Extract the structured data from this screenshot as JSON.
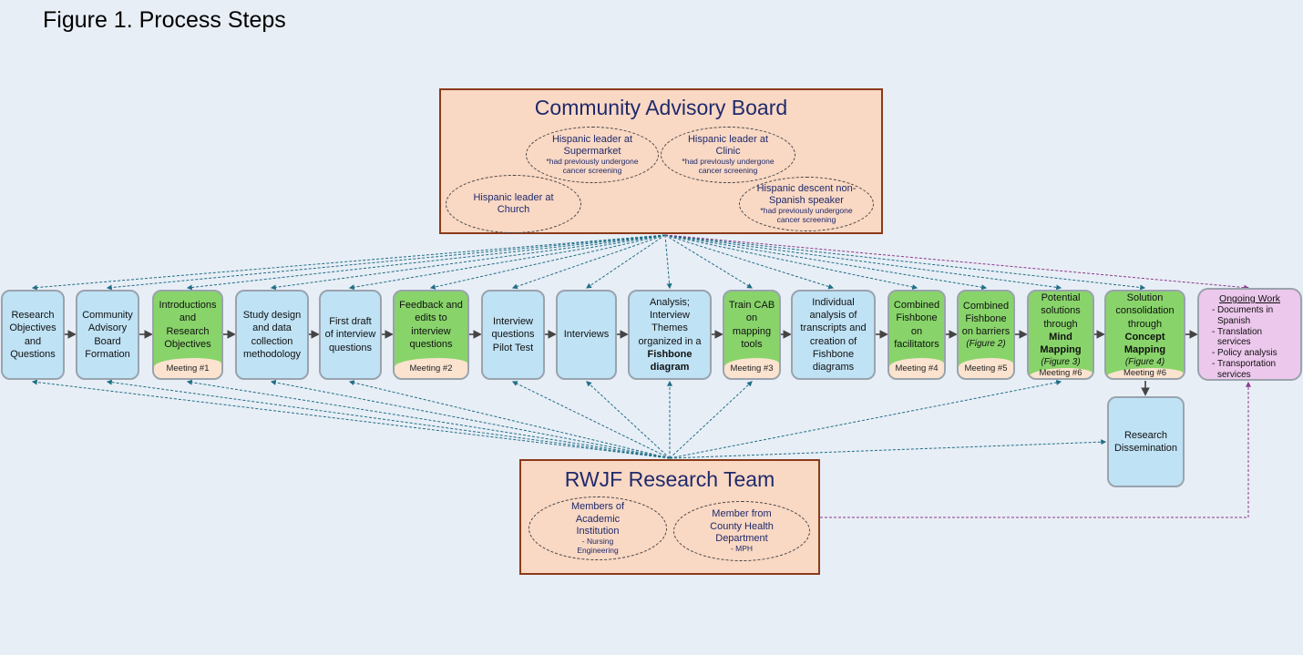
{
  "title": "Figure 1. Process Steps",
  "cab": {
    "title": "Community Advisory Board",
    "members": [
      {
        "line1": "Hispanic leader at",
        "line2": "Supermarket",
        "note1": "*had previously undergone",
        "note2": "cancer screening"
      },
      {
        "line1": "Hispanic leader at",
        "line2": "Clinic",
        "note1": "*had previously undergone",
        "note2": "cancer screening"
      },
      {
        "line1": "Hispanic leader at",
        "line2": "Church"
      },
      {
        "line1": "Hispanic descent non-",
        "line2": "Spanish speaker",
        "note1": "*had previously undergone",
        "note2": "cancer screening"
      }
    ]
  },
  "steps": [
    {
      "lines": [
        "Research",
        "Objectives",
        "and",
        "Questions"
      ]
    },
    {
      "lines": [
        "Community",
        "Advisory",
        "Board",
        "Formation"
      ]
    },
    {
      "lines": [
        "Introductions",
        "and",
        "Research",
        "Objectives"
      ],
      "meeting": "Meeting #1"
    },
    {
      "lines": [
        "Study design",
        "and data",
        "collection",
        "methodology"
      ]
    },
    {
      "lines": [
        "First draft",
        "of interview",
        "questions"
      ]
    },
    {
      "lines": [
        "Feedback and",
        "edits to",
        "interview",
        "questions"
      ],
      "meeting": "Meeting #2"
    },
    {
      "lines": [
        "Interview",
        "questions",
        "Pilot Test"
      ]
    },
    {
      "lines": [
        "Interviews"
      ]
    },
    {
      "lines": [
        "Analysis;",
        "Interview",
        "Themes",
        "organized in a"
      ],
      "bold": [
        "Fishbone",
        "diagram"
      ]
    },
    {
      "lines": [
        "Train CAB",
        "on",
        "mapping",
        "tools"
      ],
      "meeting": "Meeting #3"
    },
    {
      "lines": [
        "Individual",
        "analysis of",
        "transcripts and",
        "creation of",
        "Fishbone",
        "diagrams"
      ]
    },
    {
      "lines": [
        "Combined",
        "Fishbone",
        "on",
        "facilitators"
      ],
      "meeting": "Meeting #4"
    },
    {
      "lines": [
        "Combined",
        "Fishbone",
        "on barriers"
      ],
      "italic": "(Figure 2)",
      "meeting": "Meeting #5"
    },
    {
      "lines": [
        "Potential",
        "solutions",
        "through"
      ],
      "bold_inline": "Mind",
      "bold": [
        "Mapping"
      ],
      "italic": "(Figure 3)",
      "meeting": "Meeting #6"
    },
    {
      "lines": [
        "Solution",
        "consolidation",
        "through"
      ],
      "bold_inline": "Concept",
      "bold": [
        "Mapping"
      ],
      "italic": "(Figure 4)",
      "meeting": "Meeting #6"
    }
  ],
  "ongoing": {
    "title": "Ongoing Work",
    "items": [
      "Documents in Spanish",
      "Translation services",
      "Policy analysis",
      "Transportation services"
    ]
  },
  "dissemination": {
    "lines": [
      "Research",
      "Dissemination"
    ]
  },
  "rwjf": {
    "title": "RWJF Research Team",
    "members": [
      {
        "line1": "Members of",
        "line2": "Academic",
        "line3": "Institution",
        "note1": "- Nursing",
        "note2": "Engineering"
      },
      {
        "line1": "Member from",
        "line2": "County Health",
        "line3": "Department",
        "note1": "- MPH"
      }
    ]
  },
  "colors": {
    "blue_box": "#bfe2f5",
    "green_box": "#88d46a",
    "meeting_band": "#fbe3cf",
    "pink_box": "#ecc8ec",
    "board_fill": "#f9d8c4",
    "board_border": "#8a3a1a",
    "title_text": "#1f2a6b",
    "dashed_teal": "#1f6f86",
    "dashed_purple": "#8b3a8a"
  }
}
